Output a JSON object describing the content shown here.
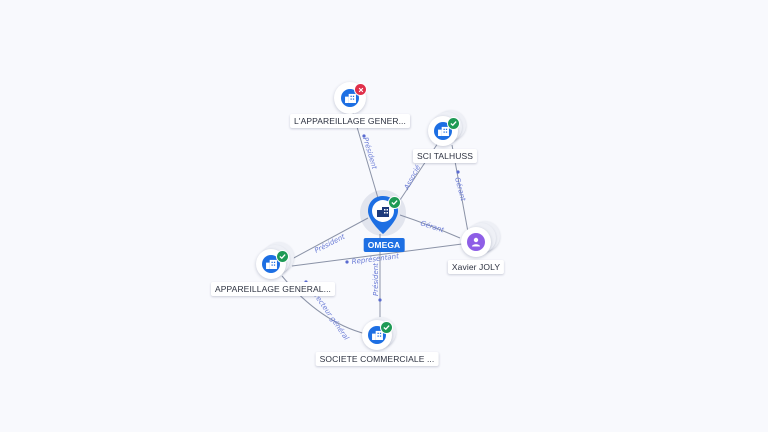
{
  "nodes": {
    "omega": {
      "label": "OMEGA",
      "icon": "company-icon",
      "status": "active"
    },
    "appareillage_gener": {
      "label": "L'APPAREILLAGE GENER...",
      "icon": "company-icon",
      "status": "closed"
    },
    "sci_talhuss": {
      "label": "SCI TALHUSS",
      "icon": "company-icon",
      "status": "active"
    },
    "appareillage_general": {
      "label": "APPAREILLAGE GENERAL...",
      "icon": "company-icon",
      "status": "active"
    },
    "societe_commerciale": {
      "label": "SOCIETE COMMERCIALE ...",
      "icon": "company-icon",
      "status": "active"
    },
    "xavier_joly": {
      "label": "Xavier JOLY",
      "icon": "person-icon"
    }
  },
  "edges": {
    "omega_to_lappareillage": "Président",
    "omega_to_sci": "Associé",
    "xavier_to_sci": "Gérant",
    "xavier_to_omega": "Gérant",
    "omega_to_appareillage": "Président",
    "xavier_to_appareillage": "Représentant",
    "omega_to_societe": "Président",
    "appareillage_to_societe": "Directeur général"
  },
  "colors": {
    "company": "#1d6fe3",
    "person": "#8e5ee6",
    "active_badge": "#1e9a55",
    "closed_badge": "#e0304a",
    "edge_label": "#6a7bd6"
  }
}
